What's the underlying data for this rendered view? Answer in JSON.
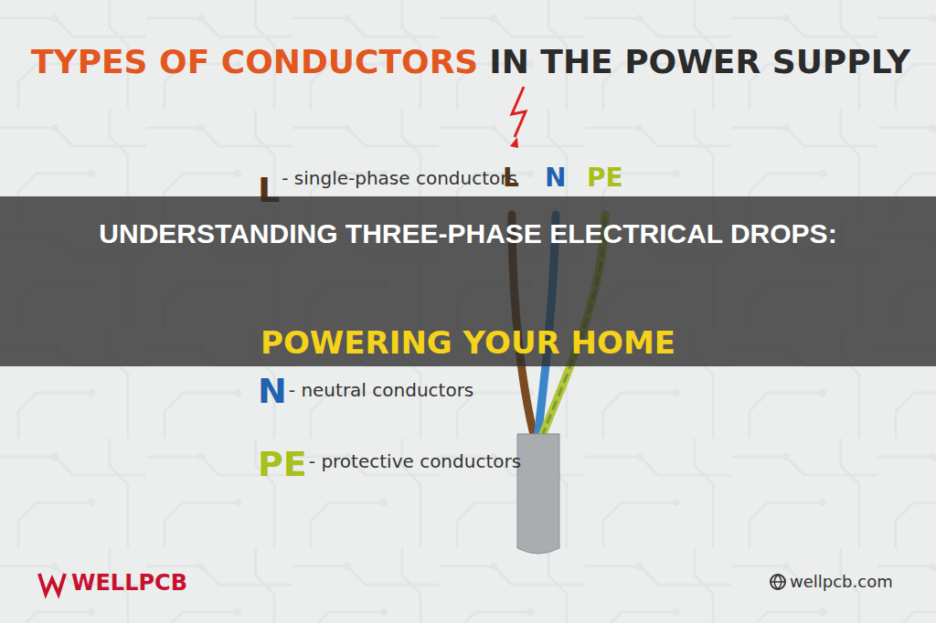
{
  "diagram": {
    "nodes": [
      {
        "text": [
          "UNDERSTANDING THREE-PHASE ELECTRICAL DROPS:",
          "POWERING YOUR HOME"
        ]
      }
    ],
    "labels": [
      "TYPES OF CONDUCTORS",
      "IN THE POWER SUPPLY",
      "L",
      "- single-phase conductors",
      "N",
      "- neutral conductors",
      "PE",
      "- protective conductors",
      "L",
      "N",
      "PE",
      "WELLPCB",
      "wellpcb.com"
    ]
  }
}
